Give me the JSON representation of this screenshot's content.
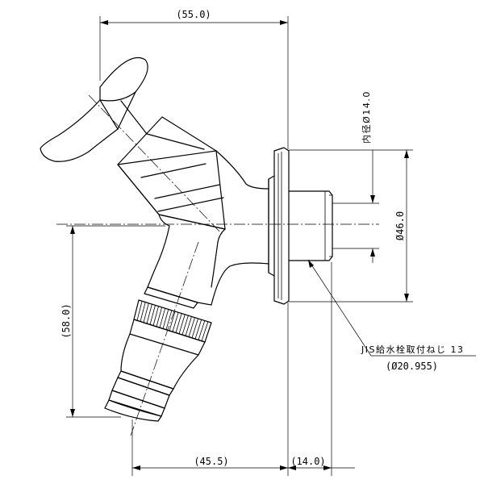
{
  "dimensions": {
    "top_width": "(55.0)",
    "inner_diameter": "内径Ø14.0",
    "flange_diameter": "Ø46.0",
    "height": "(58.0)",
    "bottom_offset": "(45.5)",
    "thread_length": "(14.0)"
  },
  "callout": {
    "thread_spec": "JIS給水栓取付ねじ 13",
    "thread_diameter": "(Ø20.955)"
  }
}
